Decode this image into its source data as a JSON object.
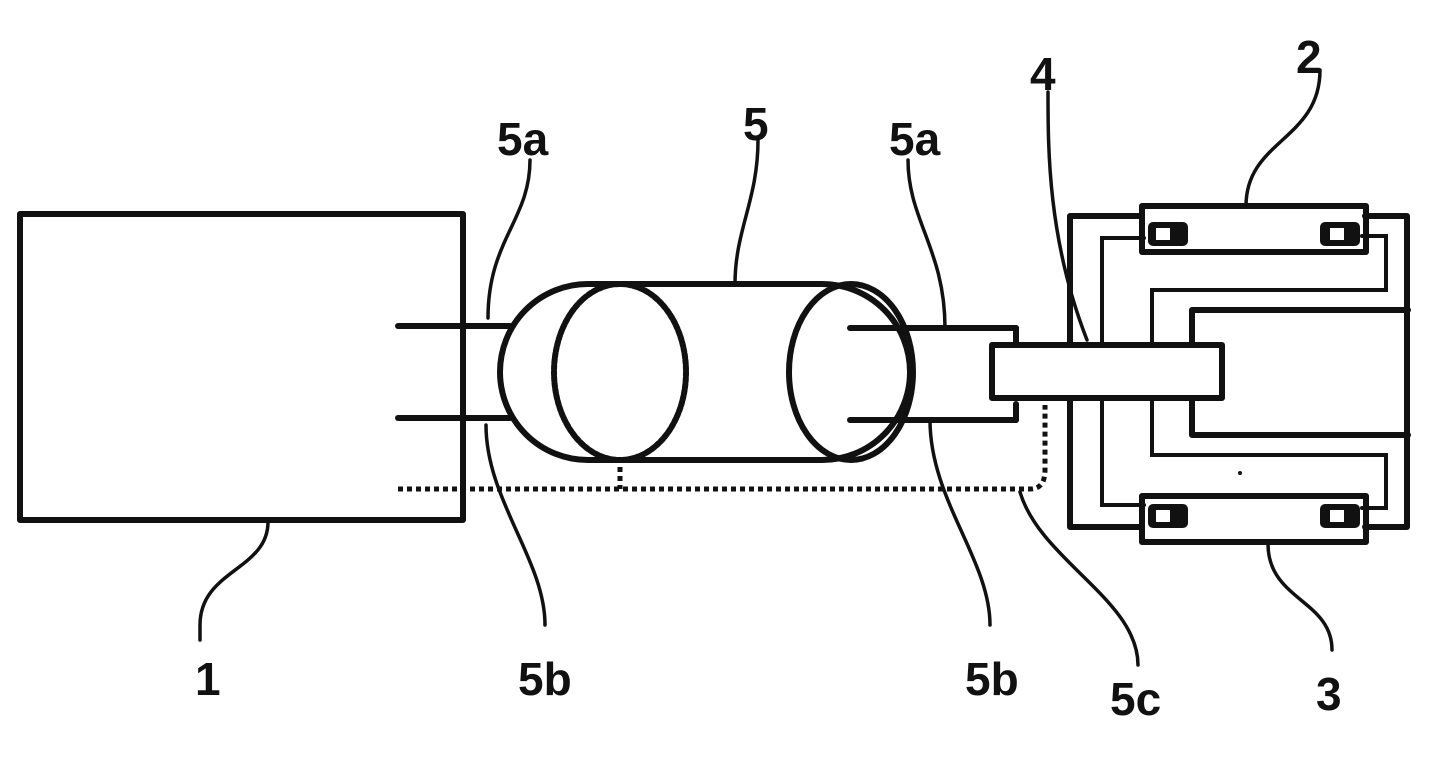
{
  "labels": {
    "block_1": "1",
    "clamp_2": "2",
    "clamp_3": "3",
    "conductor_4": "4",
    "cylinder_5": "5",
    "lead_5a_left": "5a",
    "lead_5a_right": "5a",
    "lead_5b_left": "5b",
    "lead_5b_right": "5b",
    "line_5c": "5c"
  },
  "colors": {
    "ink": "#111111",
    "paper": "#ffffff"
  }
}
